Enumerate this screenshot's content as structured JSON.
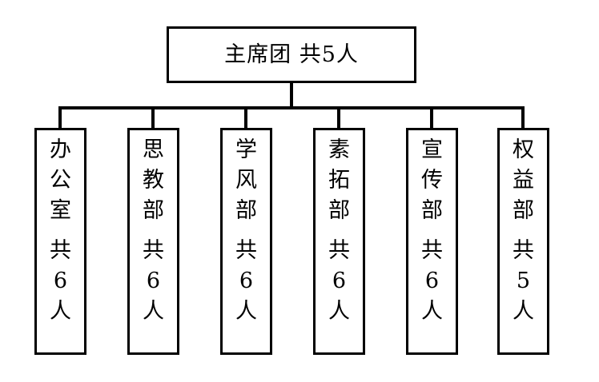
{
  "diagram": {
    "type": "organization-chart",
    "background_color": "#ffffff",
    "line_color": "#000000",
    "root": {
      "name": "主席团",
      "count_prefix": "共",
      "count": "5",
      "unit": "人",
      "label": "主席团 共5人"
    },
    "children": [
      {
        "name": "办公室",
        "name_chars": [
          "办",
          "公",
          "室"
        ],
        "count_prefix": "共",
        "count": "6",
        "unit": "人",
        "label": "办公室 共6人"
      },
      {
        "name": "思教部",
        "name_chars": [
          "思",
          "教",
          "部"
        ],
        "count_prefix": "共",
        "count": "6",
        "unit": "人",
        "label": "思教部 共6人"
      },
      {
        "name": "学风部",
        "name_chars": [
          "学",
          "风",
          "部"
        ],
        "count_prefix": "共",
        "count": "6",
        "unit": "人",
        "label": "学风部 共6人"
      },
      {
        "name": "素拓部",
        "name_chars": [
          "素",
          "拓",
          "部"
        ],
        "count_prefix": "共",
        "count": "6",
        "unit": "人",
        "label": "素拓部 共6人"
      },
      {
        "name": "宣传部",
        "name_chars": [
          "宣",
          "传",
          "部"
        ],
        "count_prefix": "共",
        "count": "6",
        "unit": "人",
        "label": "宣传部 共6人"
      },
      {
        "name": "权益部",
        "name_chars": [
          "权",
          "益",
          "部"
        ],
        "count_prefix": "共",
        "count": "5",
        "unit": "人",
        "label": "权益部 共5人"
      }
    ]
  }
}
